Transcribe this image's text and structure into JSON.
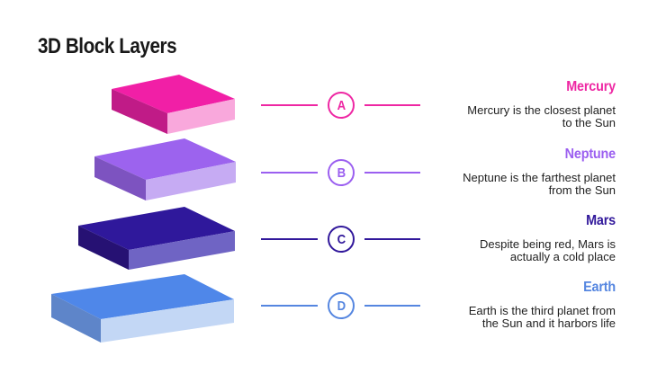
{
  "title": "3D Block Layers",
  "text_color": "#212121",
  "background_color": "#ffffff",
  "layers": [
    {
      "letter": "A",
      "name": "Mercury",
      "desc_lines": [
        "Mercury is the closest planet",
        "to the Sun"
      ],
      "color": "#ee27a3",
      "block": {
        "top": "#f11fa6",
        "side": "#c01b87",
        "front": "#f9a8dc"
      }
    },
    {
      "letter": "B",
      "name": "Neptune",
      "desc_lines": [
        "Neptune is the farthest planet",
        "from the Sun"
      ],
      "color": "#9b5ff0",
      "block": {
        "top": "#9c63ee",
        "side": "#7d53c0",
        "front": "#c6abf3"
      }
    },
    {
      "letter": "C",
      "name": "Mars",
      "desc_lines": [
        "Despite being red, Mars is",
        "actually a cold place"
      ],
      "color": "#31189b",
      "block": {
        "top": "#2f189b",
        "side": "#261173",
        "front": "#6f64c4"
      }
    },
    {
      "letter": "D",
      "name": "Earth",
      "desc_lines": [
        "Earth is the third planet from",
        "the Sun and it harbors life"
      ],
      "color": "#5586e0",
      "block": {
        "top": "#4f87e9",
        "side": "#5e85c9",
        "front": "#c3d7f5"
      }
    }
  ]
}
